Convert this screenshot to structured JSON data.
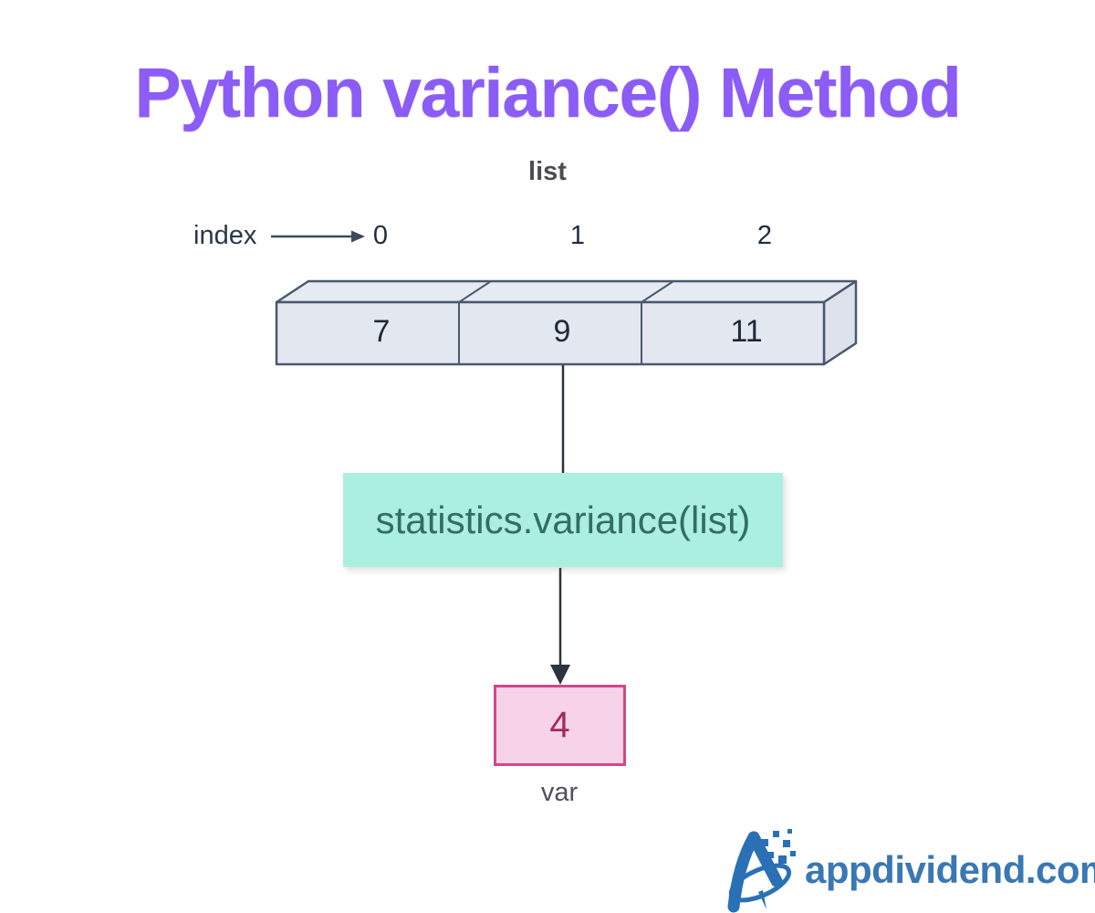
{
  "title": "Python variance() Method",
  "diagram": {
    "list_label": "list",
    "index_label": "index",
    "indices": [
      "0",
      "1",
      "2"
    ],
    "values": [
      "7",
      "9",
      "11"
    ],
    "function_label": "statistics.variance(list)",
    "result_value": "4",
    "result_label": "var"
  },
  "branding": {
    "site": "appdividend.com",
    "logo_icon": "appdividend-a-logo"
  },
  "colors": {
    "title_purple": "#8b5cf6",
    "array_fill": "#e3e7f0",
    "array_border": "#4a5870",
    "function_fill": "#abefe0",
    "function_text": "#336e62",
    "result_fill": "#f6d3e6",
    "result_border": "#d44687",
    "result_text": "#a02a62",
    "dark_text": "#1f2a37",
    "label_gray": "#4c4c54",
    "logo_blue": "#3a77b5"
  }
}
